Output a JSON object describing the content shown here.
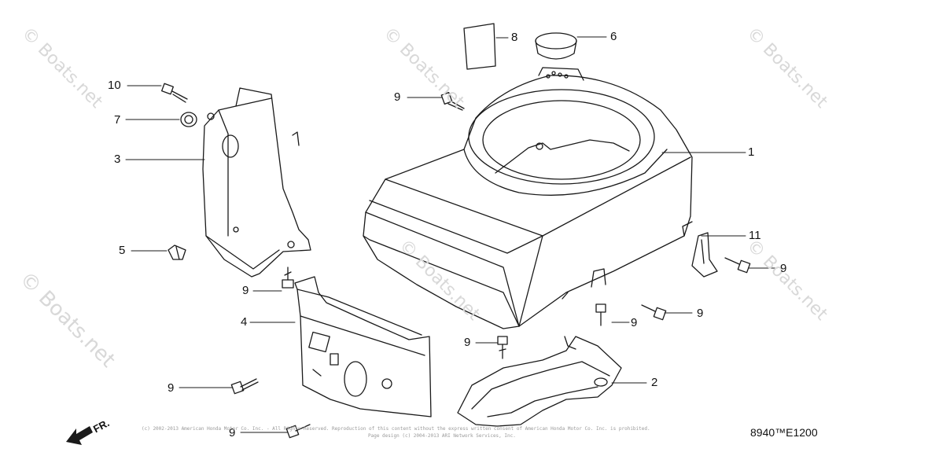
{
  "watermark": "© Boats.net",
  "callouts": [
    "1",
    "2",
    "3",
    "4",
    "5",
    "6",
    "7",
    "8",
    "9",
    "10",
    "11"
  ],
  "labels": {
    "n1": "1",
    "n2": "2",
    "n3": "3",
    "n4": "4",
    "n5": "5",
    "n6": "6",
    "n7": "7",
    "n8": "8",
    "n9": "9",
    "n10": "10",
    "n11": "11"
  },
  "diagram_code": "8940™E1200",
  "direction_label": "FR.",
  "copyright_line1": "(c) 2002-2013 American Honda Motor Co. Inc. - All Rights Reserved. Reproduction of this content without the express written consent of American Honda Motor Co. Inc. is prohibited.",
  "copyright_line2": "Page design (c) 2004-2013 ARI Network Services, Inc.",
  "colors": {
    "line": "#1a1a1a",
    "watermark": "#d8d8d8",
    "background": "#ffffff"
  }
}
